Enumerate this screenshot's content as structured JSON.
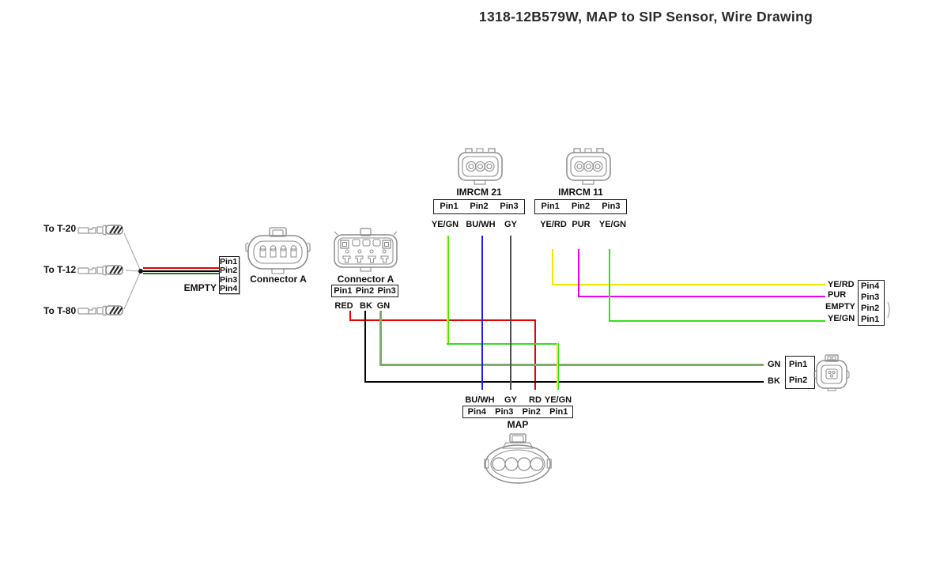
{
  "title": "1318-12B579W, MAP to SIP Sensor, Wire Drawing",
  "left_branch": {
    "terminal_labels": [
      "To T-20",
      "To T-12",
      "To T-80"
    ],
    "empty_label": "EMPTY",
    "pins": [
      "Pin1",
      "Pin2",
      "Pin3",
      "Pin4"
    ],
    "connector_label": "Connector A"
  },
  "connector_a": {
    "label": "Connector A",
    "pins": [
      "Pin1",
      "Pin2",
      "Pin3"
    ],
    "wires": [
      "RED",
      "BK",
      "GN"
    ]
  },
  "imrcm21": {
    "label": "IMRCM 21",
    "pins": [
      "Pin1",
      "Pin2",
      "Pin3"
    ],
    "wires": [
      "YE/GN",
      "BU/WH",
      "GY"
    ]
  },
  "imrcm11": {
    "label": "IMRCM 11",
    "pins": [
      "Pin1",
      "Pin2",
      "Pin3"
    ],
    "wires": [
      "YE/RD",
      "PUR",
      "YE/GN"
    ]
  },
  "sip_4way": {
    "wires": [
      "YE/RD",
      "PUR",
      "EMPTY",
      "YE/GN"
    ],
    "pins": [
      "Pin4",
      "Pin3",
      "Pin2",
      "Pin1"
    ]
  },
  "sip_2way": {
    "wires": [
      "GN",
      "BK"
    ],
    "pins": [
      "Pin1",
      "Pin2"
    ]
  },
  "map_connector": {
    "label": "MAP",
    "wires": [
      "BU/WH",
      "GY",
      "RD",
      "YE/GN"
    ],
    "pins": [
      "Pin4",
      "Pin3",
      "Pin2",
      "Pin1"
    ]
  },
  "colors": {
    "red": "#e60000",
    "black": "#000000",
    "sage_green": "#7cae6b",
    "dark_green": "#217a21",
    "bright_green": "#35e01a",
    "yellow": "#f2e600",
    "purple": "#ee00ee",
    "blue": "#2424cf",
    "gray": "#4d4d4d",
    "drawing_gray": "#8c8c8c"
  }
}
